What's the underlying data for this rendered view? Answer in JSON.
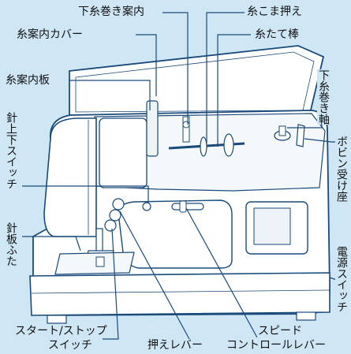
{
  "labels": {
    "bobbin_guide": "下糸巻き案内",
    "thread_spool_holder": "糸こま押え",
    "thread_guide_cover": "糸案内カバー",
    "spool_pin": "糸たて棒",
    "thread_guide_plate": "糸案内板",
    "bobbin_winder_shaft": "下糸巻き軸",
    "needle_up_down_switch": "針上下スイッチ",
    "bobbin_seat": "ボビン受け座",
    "needle_plate_cover": "針板ふた",
    "power_switch": "電源スイッチ",
    "start_stop_switch_line1": "スタート/ストップ",
    "start_stop_switch_line2": "スイッチ",
    "presser_lever": "押えレバー",
    "speed_control_line1": "スピード",
    "speed_control_line2": "コントロールレバー"
  }
}
